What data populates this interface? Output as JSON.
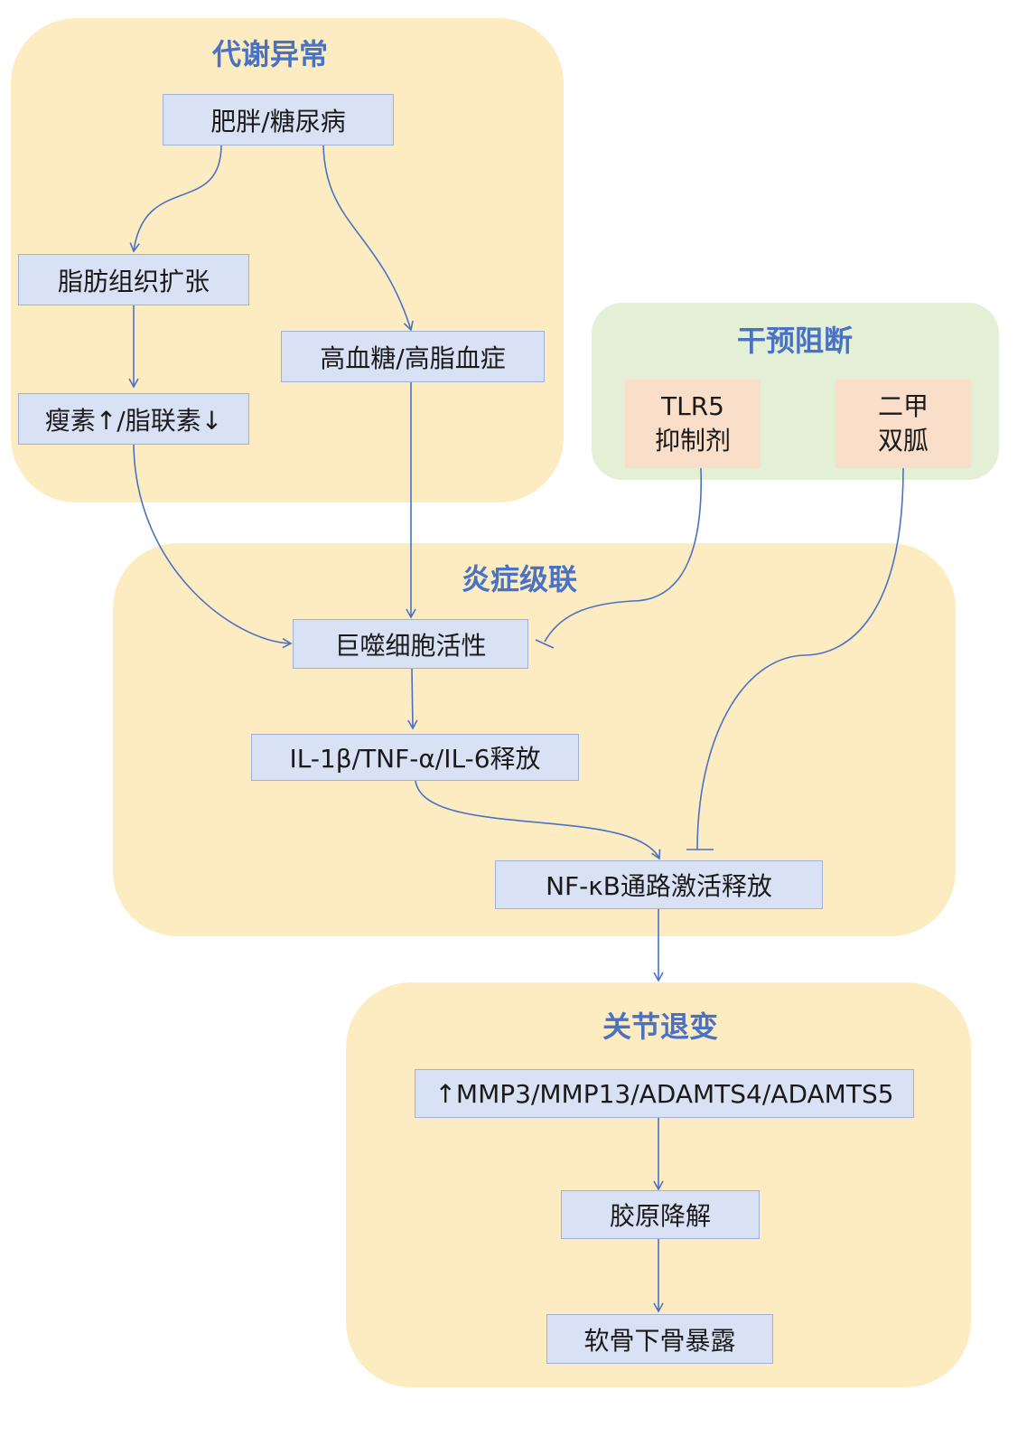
{
  "groups": {
    "metabolic": "代谢异常",
    "intervention": "干预阻断",
    "inflammation": "炎症级联",
    "joint": "关节退变"
  },
  "nodes": {
    "obesity": "肥胖/糖尿病",
    "adipose": "脂肪组织扩张",
    "leptin": "瘦素↑/脂联素↓",
    "hyperglycemia": "高血糖/高脂血症",
    "macrophage": "巨噬细胞活性",
    "cytokines": "IL-1β/TNF-α/IL-6释放",
    "nfkb": "NF-κB通路激活释放",
    "mmp": "↑MMP3/MMP13/ADAMTS4/ADAMTS5",
    "collagen": "胶原降解",
    "bone": "软骨下骨暴露"
  },
  "drugs": {
    "tlr5": [
      "TLR5",
      "抑制剂"
    ],
    "metformin": [
      "二甲",
      "双胍"
    ]
  },
  "colors": {
    "group_fill": "#fdecc2",
    "intervention_fill": "#e3f0d6",
    "node_fill": "#d9e2f5",
    "drug_fill": "#f9dec9",
    "edge": "#4a72c4",
    "title": "#4a72c4"
  }
}
